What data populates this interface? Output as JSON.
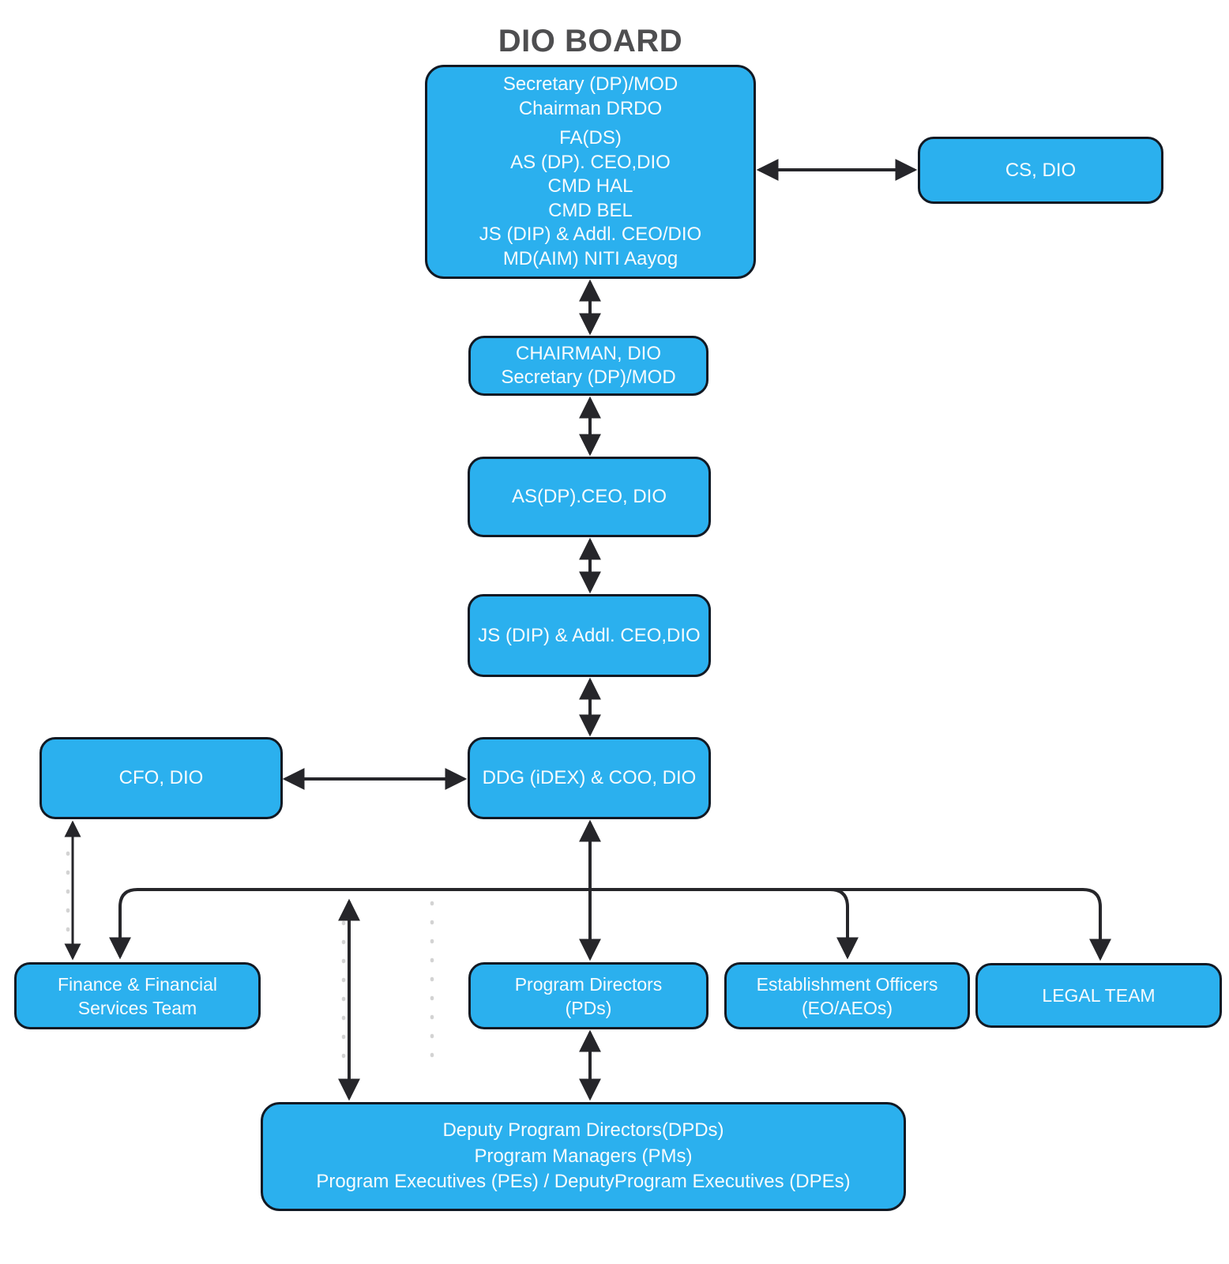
{
  "title": "DIO BOARD",
  "colors": {
    "box_fill": "#2BB0EE",
    "box_border": "#121923",
    "box_text": "#F7FBFD",
    "arrow": "#26262A",
    "title_text": "#4E4E50",
    "dotted": "#D3D3D3"
  },
  "nodes": {
    "board": {
      "lines": [
        "Secretary (DP)/MOD",
        "Chairman DRDO",
        "FA(DS)",
        "AS (DP). CEO,DIO",
        "CMD HAL",
        "CMD BEL",
        "JS (DIP) & Addl. CEO/DIO",
        "MD(AIM) NITI Aayog"
      ]
    },
    "cs": {
      "label": "CS, DIO"
    },
    "chairman": {
      "lines": [
        "CHAIRMAN, DIO",
        "Secretary (DP)/MOD"
      ]
    },
    "as_ceo": {
      "label": "AS(DP).CEO, DIO"
    },
    "js_addl_ceo": {
      "label": "JS (DIP) & Addl. CEO,DIO"
    },
    "ddg_coo": {
      "label": "DDG (iDEX) & COO, DIO"
    },
    "cfo": {
      "label": "CFO, DIO"
    },
    "finance": {
      "lines": [
        "Finance & Financial",
        "Services Team"
      ]
    },
    "program_directors": {
      "lines": [
        "Program Directors",
        "(PDs)"
      ]
    },
    "establishment_officers": {
      "lines": [
        "Establishment Officers",
        "(EO/AEOs)"
      ]
    },
    "legal": {
      "label": "LEGAL TEAM"
    },
    "dpd": {
      "lines": [
        "Deputy Program Directors(DPDs)",
        "Program Managers (PMs)",
        "Program Executives (PEs) / DeputyProgram Executives (DPEs)"
      ]
    }
  }
}
